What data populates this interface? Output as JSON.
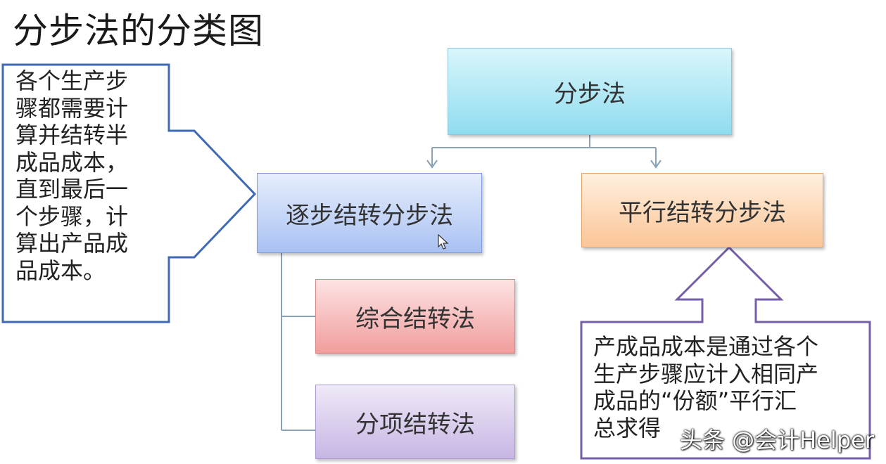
{
  "title": "分步法的分类图",
  "nodes": {
    "root": "分步法",
    "stepwise": "逐步结转分步法",
    "parallel": "平行结转分步法",
    "comprehensive": "综合结转法",
    "itemized": "分项结转法"
  },
  "callouts": {
    "left": "各个生产步\n骤都需要计\n算并结转半\n成品成本，\n直到最后一\n个步骤，计\n算出产品成\n品成本。",
    "right": "产成品成本是通过各个\n生产步骤应计入相同产\n成品的“份额”平行汇\n总求得"
  },
  "watermark": "头条 @会计Helper",
  "colors": {
    "callout_left_border": "#3f6ab3",
    "callout_right_border": "#7560a8",
    "connector": "#8aa2b8"
  }
}
